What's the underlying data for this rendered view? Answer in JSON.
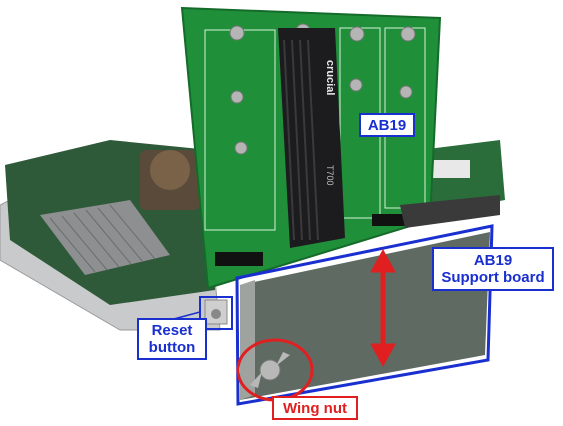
{
  "photo": {
    "description_icon": "hardware-photo",
    "heatsink_brand": "crucial",
    "heatsink_model": "T700"
  },
  "callouts": {
    "ab19": "AB19",
    "support_board_line1": "AB19",
    "support_board_line2": "Support board",
    "reset_line1": "Reset",
    "reset_line2": "button",
    "wing_nut": "Wing nut"
  },
  "colors": {
    "callout_blue": "#1a2fd0",
    "callout_red": "#e02020",
    "pcb_green": "#1f8f3a"
  }
}
